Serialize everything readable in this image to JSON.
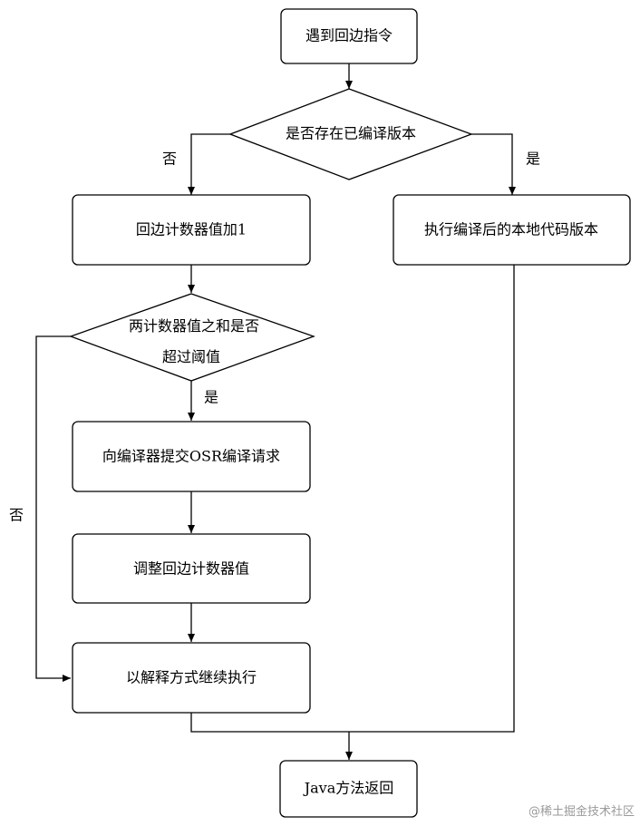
{
  "nodes": {
    "start": "遇到回边指令",
    "check_compiled": "是否存在已编译版本",
    "run_compiled": "执行编译后的本地代码版本",
    "increment_counter": "回边计数器值加1",
    "threshold_line1": "两计数器值之和是否",
    "threshold_line2": "超过阈值",
    "submit_osr": "向编译器提交OSR编译请求",
    "adjust_counter": "调整回边计数器值",
    "interpret": "以解释方式继续执行",
    "return": "Java方法返回"
  },
  "edge_labels": {
    "compiled_no": "否",
    "compiled_yes": "是",
    "threshold_yes": "是",
    "threshold_no": "否"
  },
  "watermark": "@稀土掘金技术社区"
}
